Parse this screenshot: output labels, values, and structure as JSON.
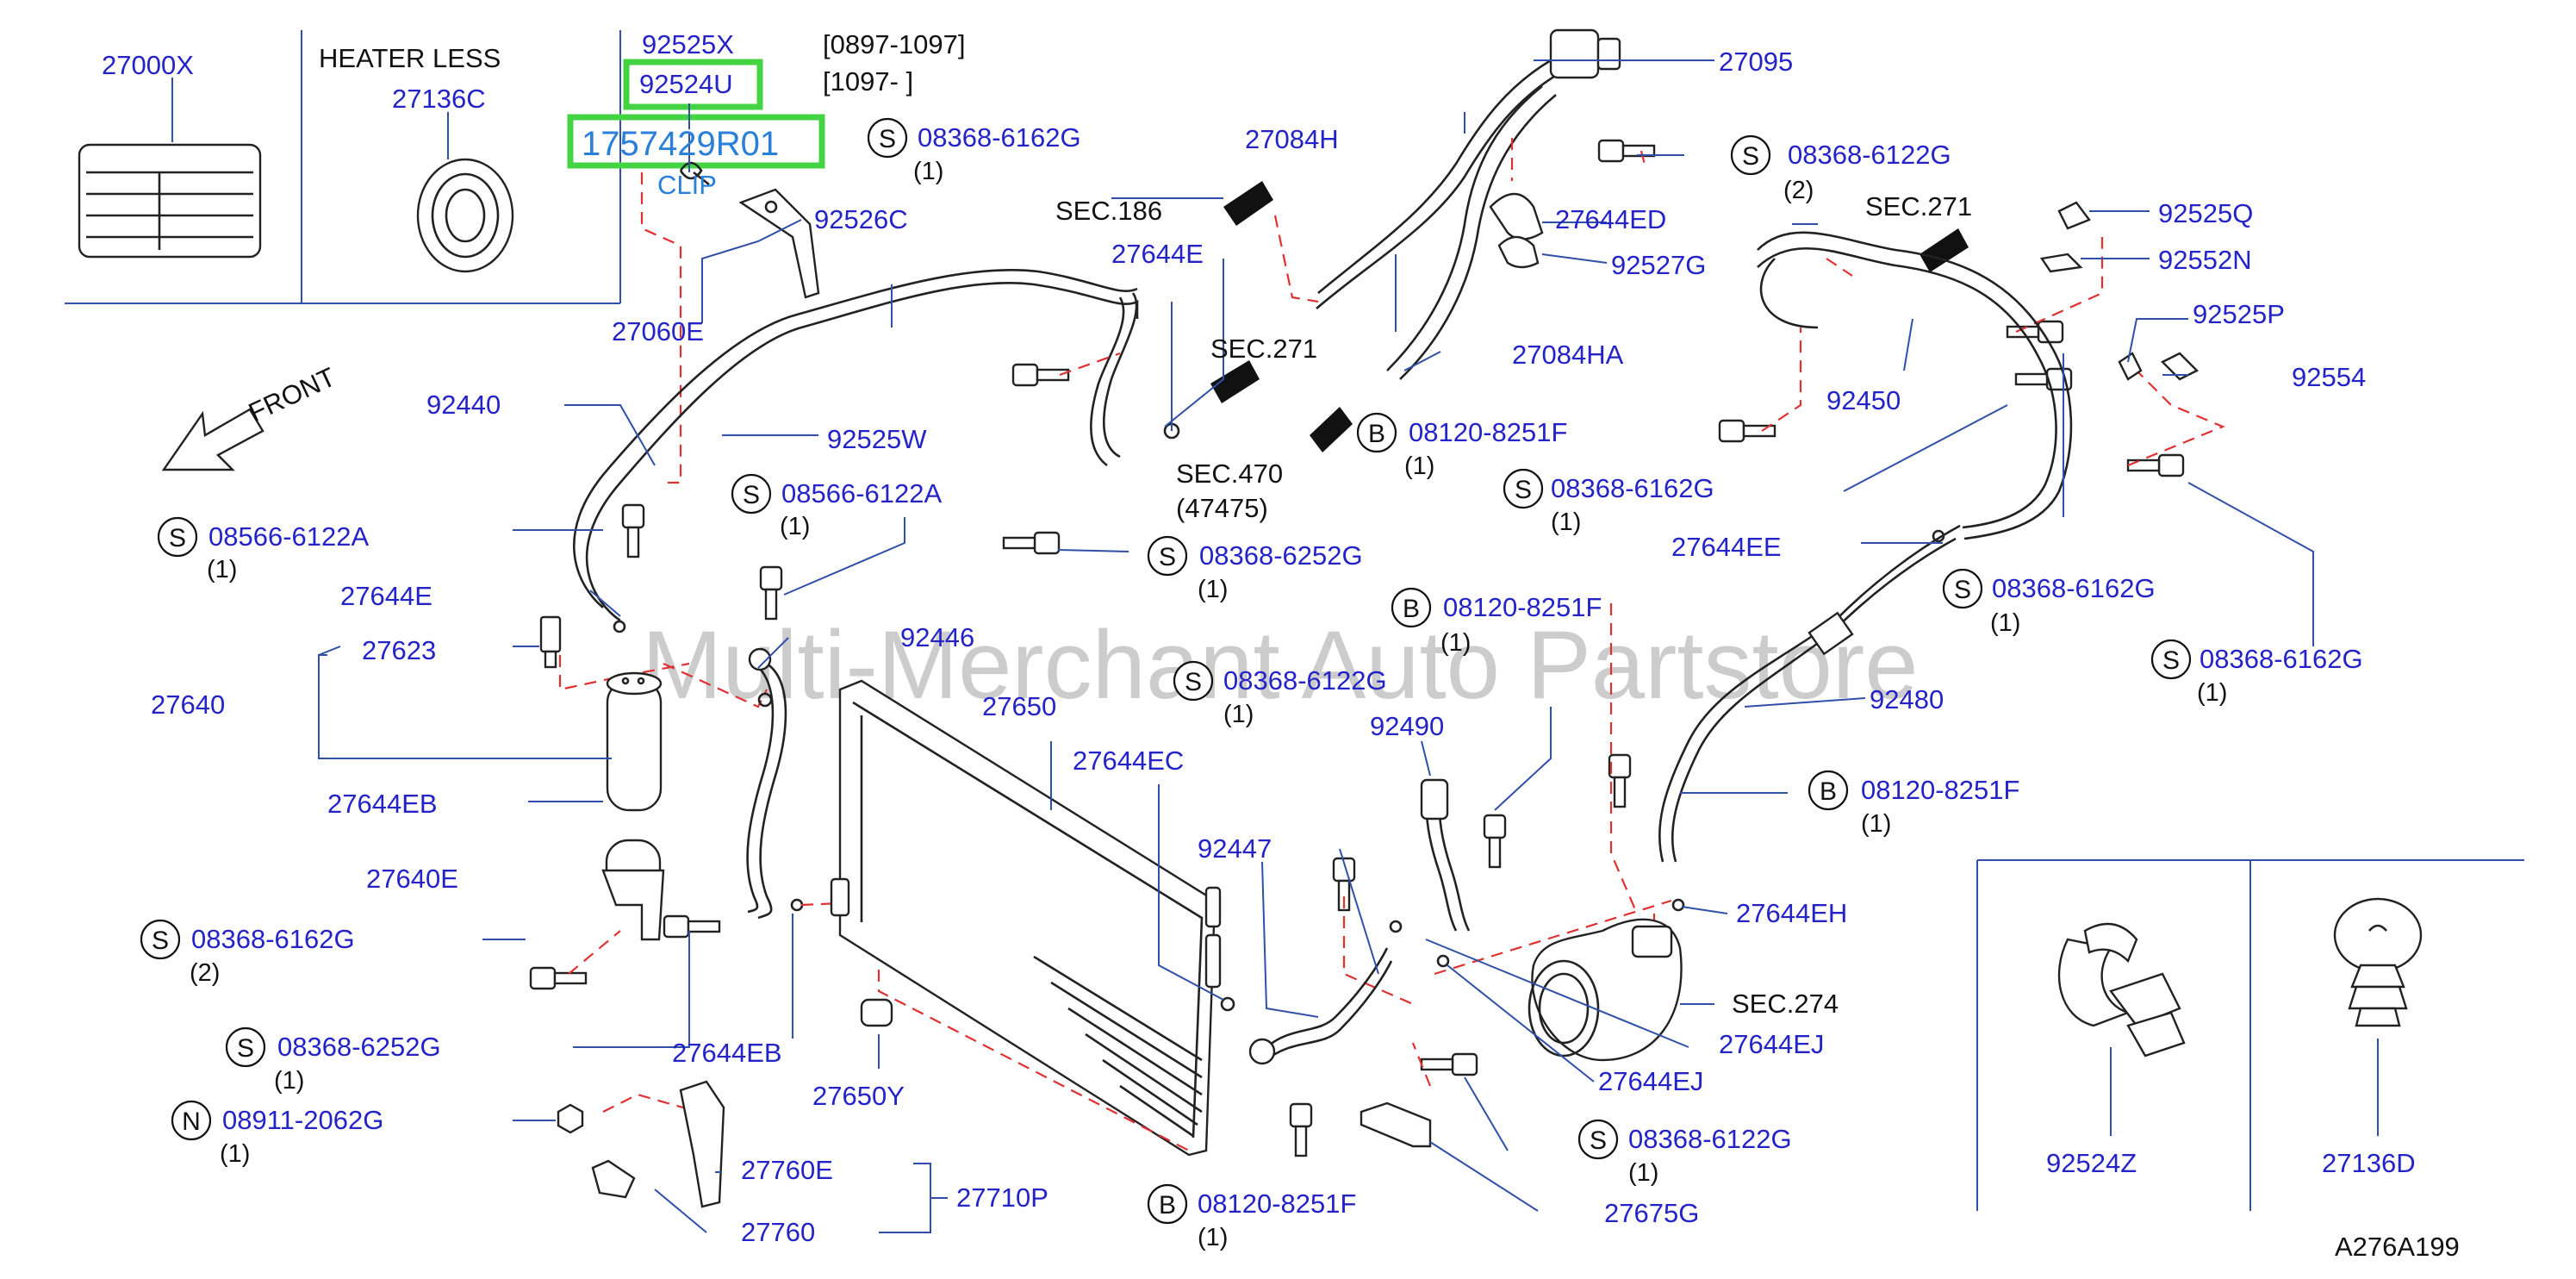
{
  "diagram_code": "A276A199",
  "watermark": "Multi-Merchant Auto Partstore",
  "notes": {
    "heater_less": "HEATER   LESS",
    "date_range_1": "[0897-1097]",
    "date_range_2": "[1097-                    ]",
    "front": "FRONT",
    "clip": "CLIP"
  },
  "highlighted": [
    "92524U",
    "1757429R01"
  ],
  "sections": [
    "SEC.186",
    "SEC.271",
    "SEC.271",
    "SEC.470",
    "(47475)",
    "SEC.274"
  ],
  "parts": [
    "27000X",
    "27136C",
    "92525X",
    "92524U",
    "1757429R01",
    "92526C",
    "27060E",
    "92440",
    "92525W",
    "27084H",
    "27644E",
    "27644E",
    "27095",
    "27644ED",
    "92527G",
    "27084HA",
    "92525Q",
    "92552N",
    "92525P",
    "92554",
    "92450",
    "27644EE",
    "27623",
    "27640",
    "27644EB",
    "27640E",
    "92446",
    "27650",
    "27644EC",
    "92447",
    "92490",
    "92480",
    "27644EH",
    "27644EJ",
    "27644EJ",
    "27644EB",
    "27650Y",
    "27760E",
    "27760",
    "27710P",
    "27675G",
    "92524Z",
    "27136D"
  ],
  "fasteners": [
    {
      "prefix": "S",
      "code": "08368-6162G",
      "qty": "(1)"
    },
    {
      "prefix": "S",
      "code": "08368-6122G",
      "qty": "(2)"
    },
    {
      "prefix": "B",
      "code": "08120-8251F",
      "qty": "(1)"
    },
    {
      "prefix": "S",
      "code": "08368-6162G",
      "qty": "(1)"
    },
    {
      "prefix": "S",
      "code": "08566-6122A",
      "qty": "(1)"
    },
    {
      "prefix": "S",
      "code": "08566-6122A",
      "qty": "(1)"
    },
    {
      "prefix": "S",
      "code": "08368-6252G",
      "qty": "(1)"
    },
    {
      "prefix": "S",
      "code": "08368-6162G",
      "qty": "(1)"
    },
    {
      "prefix": "B",
      "code": "08120-8251F",
      "qty": "(1)"
    },
    {
      "prefix": "S",
      "code": "08368-6122G",
      "qty": "(1)"
    },
    {
      "prefix": "S",
      "code": "08368-6162G",
      "qty": "(1)"
    },
    {
      "prefix": "B",
      "code": "08120-8251F",
      "qty": "(1)"
    },
    {
      "prefix": "S",
      "code": "08368-6162G",
      "qty": "(2)"
    },
    {
      "prefix": "S",
      "code": "08368-6252G",
      "qty": "(1)"
    },
    {
      "prefix": "N",
      "code": "08911-2062G",
      "qty": "(1)"
    },
    {
      "prefix": "S",
      "code": "08368-6122G",
      "qty": "(1)"
    },
    {
      "prefix": "B",
      "code": "08120-8251F",
      "qty": "(1)"
    }
  ]
}
